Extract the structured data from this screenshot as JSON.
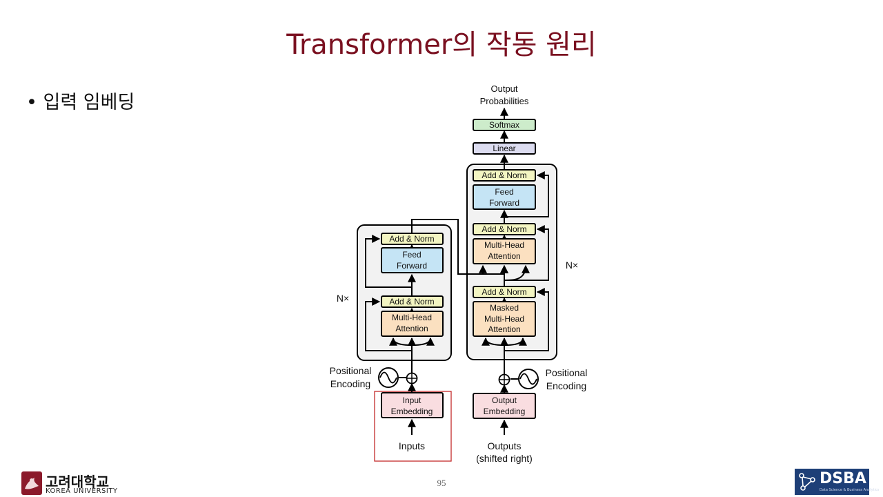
{
  "slide": {
    "title": "Transformer의 작동 원리",
    "bullet": "• 입력 임베딩",
    "page_number": "95"
  },
  "diagram": {
    "output_label_line1": "Output",
    "output_label_line2": "Probabilities",
    "softmax": "Softmax",
    "linear": "Linear",
    "add_norm": "Add & Norm",
    "feed": "Feed",
    "forward": "Forward",
    "multi_head": "Multi-Head",
    "attention": "Attention",
    "masked": "Masked",
    "nx": "N×",
    "positional": "Positional",
    "encoding": "Encoding",
    "input": "Input",
    "output": "Output",
    "embedding": "Embedding",
    "inputs": "Inputs",
    "outputs": "Outputs",
    "shifted_right": "(shifted right)",
    "colors": {
      "add_norm": "#f3f5c2",
      "feed_forward": "#c5e4f5",
      "attention": "#fbe0c0",
      "softmax": "#cdeccb",
      "linear": "#dcdcf0",
      "embedding": "#f9dde0",
      "highlight": "#c42a2a"
    }
  },
  "footer": {
    "university": "고려대학교",
    "university_en": "KOREA UNIVERSITY",
    "lab": "DSBA",
    "lab_sub": "Data Science & Business Analytics"
  }
}
